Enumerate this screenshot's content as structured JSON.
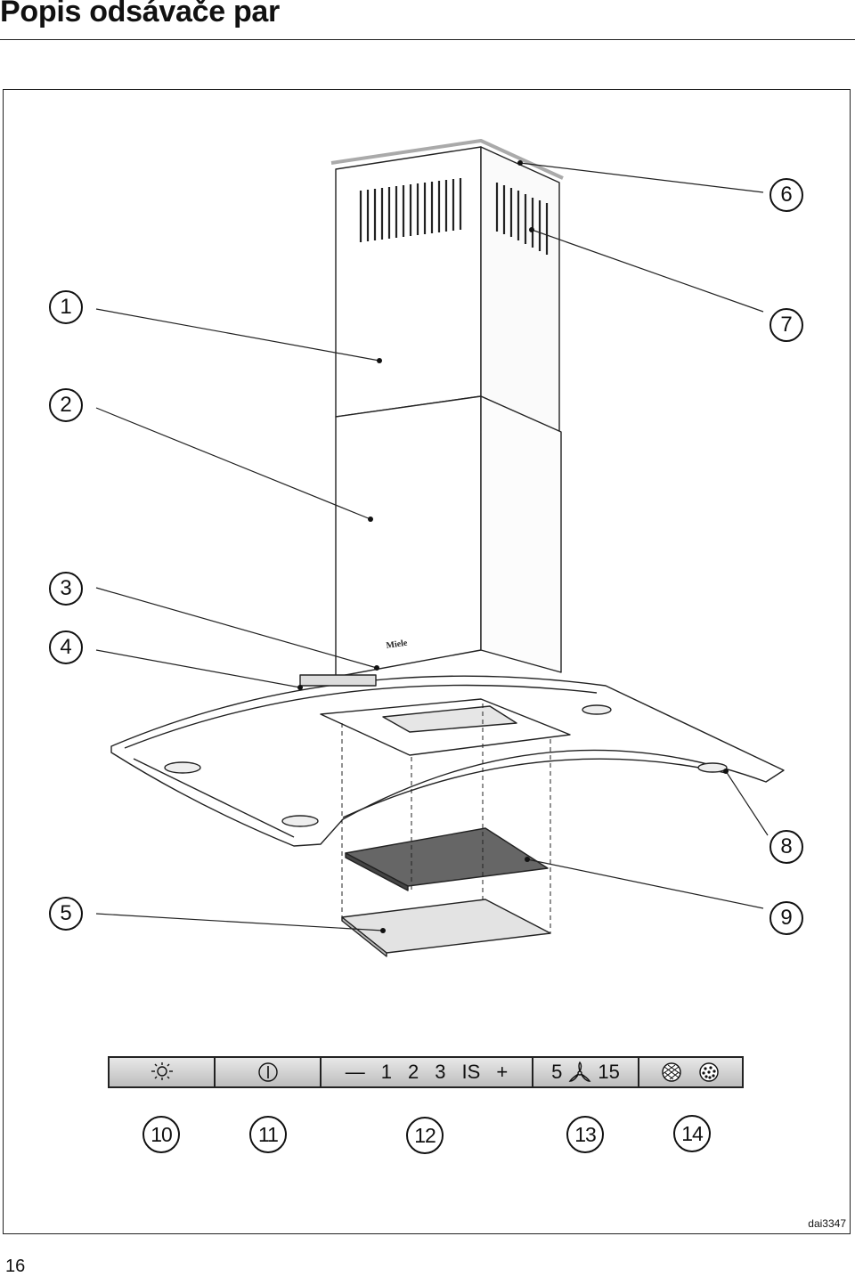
{
  "page": {
    "title": "Popis odsávače par",
    "page_number": "16",
    "figure_ref": "dai3347"
  },
  "drawing": {
    "brand": "Miele"
  },
  "callouts": [
    "1",
    "2",
    "3",
    "4",
    "5",
    "6",
    "7",
    "8",
    "9",
    "10",
    "11",
    "12",
    "13",
    "14"
  ],
  "control_panel": {
    "speed_minus": "—",
    "speed_1": "1",
    "speed_2": "2",
    "speed_3": "3",
    "intensive": "IS",
    "speed_plus": "+",
    "timer_short": "5",
    "timer_long": "15"
  }
}
